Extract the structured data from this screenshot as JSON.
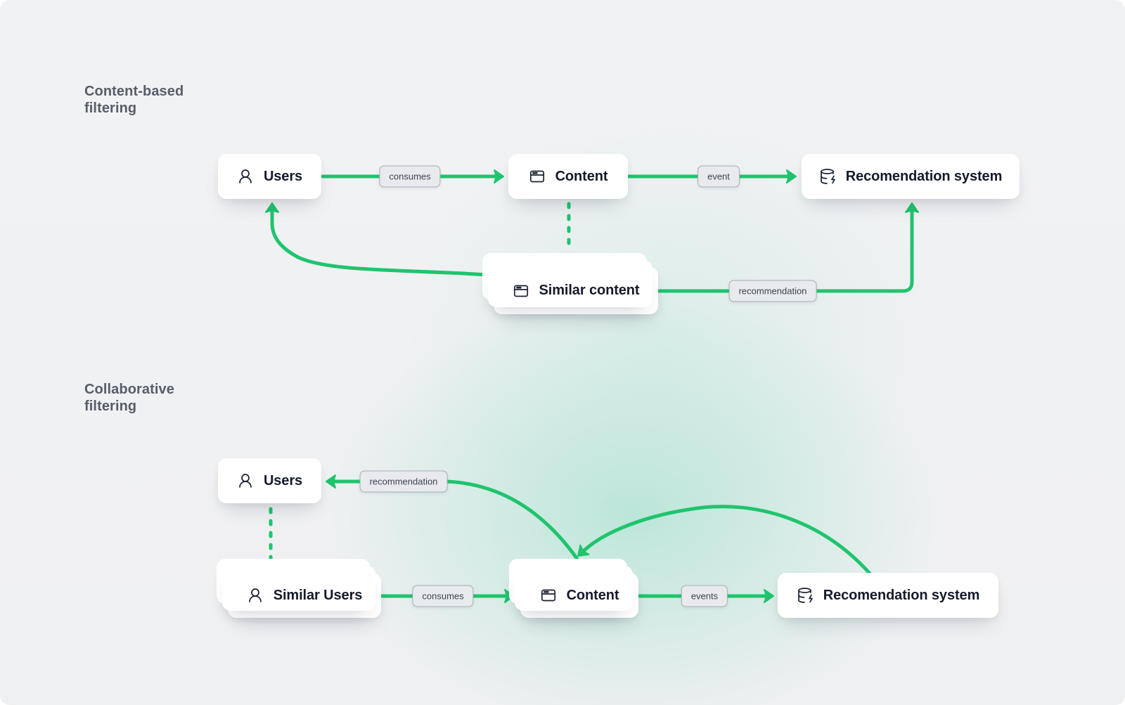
{
  "colors": {
    "accent_green": "#1fc46d",
    "background": "#f1f2f4",
    "background_glow": "#cdeae1",
    "card_background": "#ffffff",
    "card_text": "#151a2a",
    "chip_background": "#e8eaed",
    "chip_border": "#a9aeb6",
    "chip_text": "#3e4450",
    "section_title_text": "#575d68"
  },
  "sections": {
    "content_based": {
      "title": "Content-based filtering",
      "nodes": {
        "users": "Users",
        "content": "Content",
        "recommendation_system": "Recomendation system",
        "similar_content": "Similar content"
      },
      "edge_labels": {
        "consumes": "consumes",
        "event": "event",
        "recommendation": "recommendation"
      }
    },
    "collaborative": {
      "title": "Collaborative filtering",
      "nodes": {
        "users": "Users",
        "similar_users": "Similar Users",
        "content": "Content",
        "recommendation_system": "Recomendation system"
      },
      "edge_labels": {
        "recommendation": "recommendation",
        "consumes": "consumes",
        "events": "events"
      }
    }
  }
}
